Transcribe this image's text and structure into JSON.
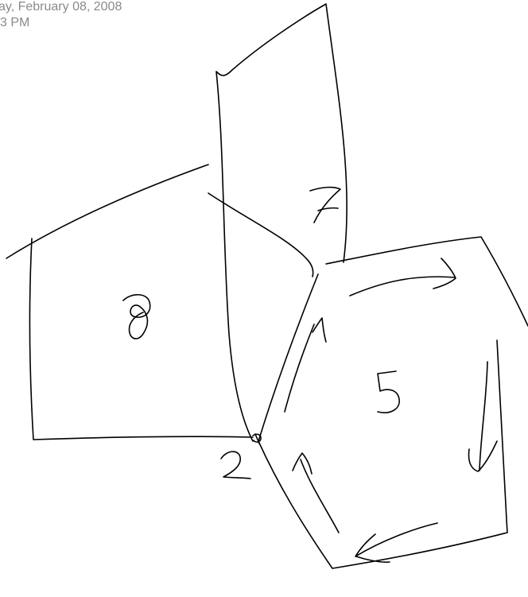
{
  "header": {
    "date": "ay, February 08, 2008",
    "time": "3 PM"
  },
  "sketch": {
    "labels": {
      "left_face": "8",
      "top_face": "7",
      "center_face": "5",
      "bottom_vertex": "2"
    }
  }
}
